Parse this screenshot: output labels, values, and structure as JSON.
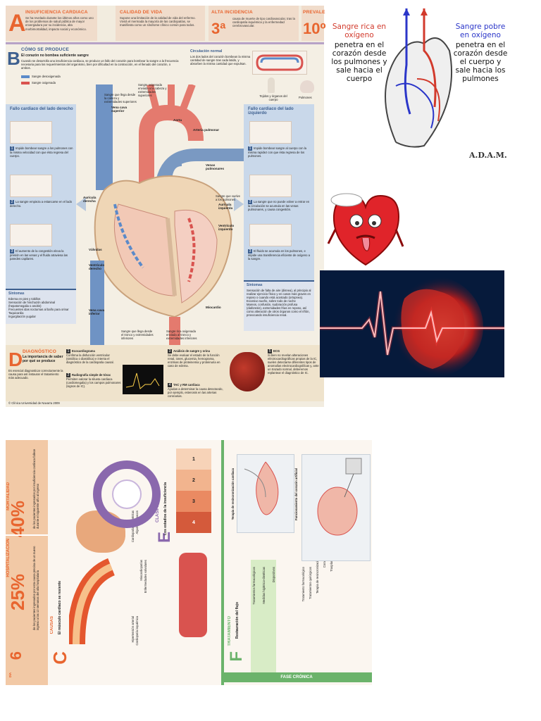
{
  "domain_note": "",
  "top": {
    "a": {
      "letter": "A",
      "title": "INSUFICIENCIA CARDIACA",
      "text": "Se ha revelado durante los últimos años como uno de los problemas de salud pública de mayor envergadura por su incidencia, alta morbimortalidad, impacto social y económico."
    },
    "b": {
      "title": "CALIDAD DE VIDA",
      "text": "Supone una limitación de la calidad de vida del enfermo. Vivirá el mermada la mayoría de las cardiopatías, se manifiesta como un síndrome clínico común para todos."
    },
    "c": {
      "title": "ALTA INCIDENCIA",
      "big": "3ª",
      "text": "causa de muerte de tipo cardiovascular, tras la cardiopatía isquémica y la enfermedad cerebrovascular."
    },
    "d": {
      "title": "PREVALE",
      "big": "10º"
    }
  },
  "sectionB": {
    "letter": "B",
    "title": "CÓMO SE PRODUCE",
    "subtitle": "El corazón no bombea suficiente sangre",
    "text": "Cuando se desarrolla una insuficiencia cardiaca, se produce un fallo del corazón para bombear la sangre a la frecuencia necesaria para los requerimientos del organismo, bien por dificultad en la contracción, en el llenado del corazón, o ambos.",
    "legend_blue": "Sangre desoxigenada",
    "legend_red": "Sangre oxigenada",
    "normal_title": "Circulación normal",
    "normal_text": "Los dos lados del corazón bombean la misma cantidad de sangre tras cada latido, y absorben la misma cantidad que expulsan.",
    "tissues_label": "Tejidos y órganos del cuerpo",
    "lungs_label": "Pulmones",
    "left_panel_title": "Fallo cardiaco del lado derecho",
    "right_panel_title": "Fallo cardiaco del lado izquierdo",
    "left_steps": [
      {
        "n": "1",
        "text": "Impide bombear sangre a los pulmones con la misma velocidad con que ésta regresa del cuerpo."
      },
      {
        "n": "2",
        "text": "La sangre empieza a estancarse en el lado derecho."
      },
      {
        "n": "3",
        "text": "El aumento de la congestión eleva la presión en las venas y el fluido atraviesa las paredes capilares."
      }
    ],
    "right_steps": [
      {
        "n": "1",
        "text": "Impide bombear sangre al cuerpo con la misma rapidez con que ésta regresa de los pulmones."
      },
      {
        "n": "2",
        "text": "La sangre que no puede volver a entrar en la circulación se acumula en las venas pulmonares, y causa congestión."
      },
      {
        "n": "3",
        "text": "El fluido se acumula en los pulmones, e impide una transferencia eficiente de oxígeno a la sangre."
      }
    ],
    "left_symptoms_title": "Síntomas",
    "left_symptoms": [
      "Edema en pies y tobillos",
      "Sensación de hinchazón abdominal (hepatomegalia o ascitis)",
      "Frecuentes idas nocturnas al baño para orinar",
      "Taquicardia",
      "Ingurgitación yugular"
    ],
    "right_symptoms_title": "Síntomas",
    "right_symptoms": [
      "Sensación de falta de aire (disnea), al principio al realizar ejercicio físico y en casos más graves en reposo o cuando está acostado (ortopnea).",
      "Excesivo sueño, sobre todo de noche",
      "Mareos, confusión, sudoración profusa (diaforesis), extremidades frías en reposo, así como alteración de otros órganos como el riñón, provocando insuficiencia renal."
    ],
    "heart_labels": {
      "vena_cava_sup": "Vena cava superior",
      "aorta": "Aorta",
      "arteria_pulmonar": "Arteria pulmonar",
      "venas_pulmonares": "Venas pulmonares",
      "auricula_derecha": "Aurícula derecha",
      "auricula_izquierda": "Aurícula izquierda",
      "ventriculo_izquierdo": "Ventrículo izquierdo",
      "valvulas": "Válvulas",
      "ventriculo_derecho": "Ventrículo derecho",
      "vena_cava_inf": "Vena cava inferior",
      "miocardio": "Miocardio",
      "sangre_llega": "Sangre que llega desde la cabeza y extremidades superiores",
      "sangre_oxigenada_sup": "Sangre oxigenada enviada a la cabeza y extremidades superiores",
      "sangre_vuelve": "Sangre que vuelve a los pulmones",
      "sangre_llega_tronco": "Sangre que llega desde el tronco y extremidades inferiores",
      "sangre_oxigenada_inf": "Sangre rica oxigenada enviada al tronco y extremidades inferiores"
    }
  },
  "sectionD": {
    "letter": "D",
    "title": "DIAGNÓSTICO",
    "subtitle": "La importancia de saber por qué se produce",
    "text": "Es esencial diagnosticar correctamente la causa para así instaurar el tratamiento más adecuado.",
    "items": [
      {
        "n": "1",
        "title": "Ecocardiograma",
        "text": "Confirma la disfunción ventricular (sistólica o diastólica) e intenta el diagnóstico de la cardiopatía causal."
      },
      {
        "n": "2",
        "title": "Radiografía simple de tórax",
        "text": "Permiten valorar la silueta cardiaca (cardiomegalia) y los campos pulmonares (signos de IC)."
      },
      {
        "n": "3",
        "title": "Análisis de sangre y orina",
        "text": "Se debe evaluar el estado de la función renal, iones, glucemia, hemograma, enzimas de proteinemia y proteinuria en caso de edema."
      },
      {
        "n": "4",
        "title": "TAC y RM cardiaca",
        "text": "Ayudan a determinar la causa detectando, por ejemplo, estenosis en las arterias coronarias."
      },
      {
        "n": "5",
        "title": "ECG",
        "text": "Si bien no revelan alteraciones eléctrocardiográficas propias de la IC, suelen detectarse diferentes tipos de anomalías electrocardiográficas y, ante un trazado normal, deberemos replantear el diagnóstico de IC."
      }
    ],
    "credit": "© Clínica Universidad de Navarra 2009"
  },
  "adam": {
    "left_title": "Sangre rica en oxígeno",
    "left_text": "penetra en el corazón desde los pulmones y sale hacia el cuerpo",
    "right_title": "Sangre pobre en oxígeno",
    "right_text": "penetra en el corazón desde el cuerpo y sale hacia los pulmones",
    "logo": "A.D.A.M."
  },
  "bottom": {
    "mortalidad_label": "MORTALIDAD",
    "mortalidad_value": "40%",
    "mortalidad_text": "de los pacientes ingresados por insuficiencia cardiaca fallece durante el siguiente año al ingreso",
    "hosp_label": "HOSPITALIZACIÓN",
    "hosp_value": "25%",
    "hosp_text": "de los pacientes ingresados por esta causa precisa de un nuevo ingreso a las 12 semanas del alta hospitalaria",
    "dia_value": "6",
    "dia_label": "DÍA",
    "sectionC_letter": "C",
    "sectionC_title": "CAUSAS",
    "sectionC_subtitle": "El músculo cardiaco se resiente",
    "sectionE_letter": "E",
    "sectionE_title": "CLASIFICACIÓN",
    "sectionE_subtitle": "Los estadios de la insuficiencia",
    "sectionF_letter": "F",
    "sectionF_title": "TRATAMIENTO",
    "sectionF_subtitle": "Restauración del flujo",
    "causes": [
      "Hipertensión arterial",
      "Cardiopatía isquémica",
      "Miocardiopatías",
      "Enfermedades valvulares",
      "Cardiopatías congénitas",
      "Algunos fármacos"
    ],
    "stage_labels": [
      "1",
      "2",
      "3",
      "4"
    ],
    "fase_cronica": "FASE CRÓNICA",
    "treatments": [
      "Tratamientos farmacológicos",
      "Medidas higiénico-dietéticas",
      "Dispositivos",
      "Tratamiento farmacológico",
      "Tratamientos quirúrgicos",
      "Terapia de resincronización cardiaca",
      "Corazón artificial",
      "Trasplante cardíaco"
    ],
    "terapia_label": "Terapia de resincronización cardiaca",
    "corazon_label": "Funcionamiento del corazón artificial"
  }
}
